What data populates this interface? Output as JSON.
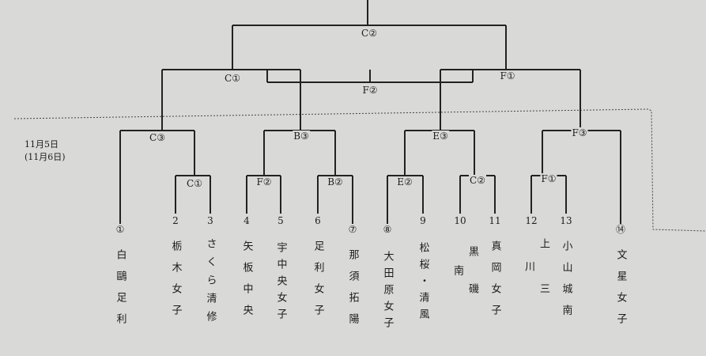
{
  "dates": [
    "11月5日",
    "(11月6日)"
  ],
  "nodes": {
    "c2_top": "C②",
    "c1_semi": "C①",
    "f1_semi": "F①",
    "f2_third": "F②",
    "c3": "C③",
    "b3": "B③",
    "e3": "E③",
    "f3": "F③",
    "c1_r1": "C①",
    "f2_r1": "F②",
    "b2_r1": "B②",
    "e2_r1": "E②",
    "c2_r1": "C②",
    "f1_r1": "F①"
  },
  "teams": [
    {
      "num": "①",
      "name": "白鷗足利"
    },
    {
      "num": "2",
      "name": "栃木女子"
    },
    {
      "num": "3",
      "name": "さくら清修"
    },
    {
      "num": "4",
      "name": "矢板中央"
    },
    {
      "num": "5",
      "name": "宇中央女子"
    },
    {
      "num": "6",
      "name": "足利女子"
    },
    {
      "num": "⑦",
      "name": "那須拓陽"
    },
    {
      "num": "⑧",
      "name": "大田原女子"
    },
    {
      "num": "9",
      "name": "松桜・清風"
    },
    {
      "num": "10",
      "name": "黒磯南"
    },
    {
      "num": "11",
      "name": "真岡女子"
    },
    {
      "num": "12",
      "name": "上三川"
    },
    {
      "num": "13",
      "name": "小山城南"
    },
    {
      "num": "⑭",
      "name": "文星女子"
    }
  ]
}
